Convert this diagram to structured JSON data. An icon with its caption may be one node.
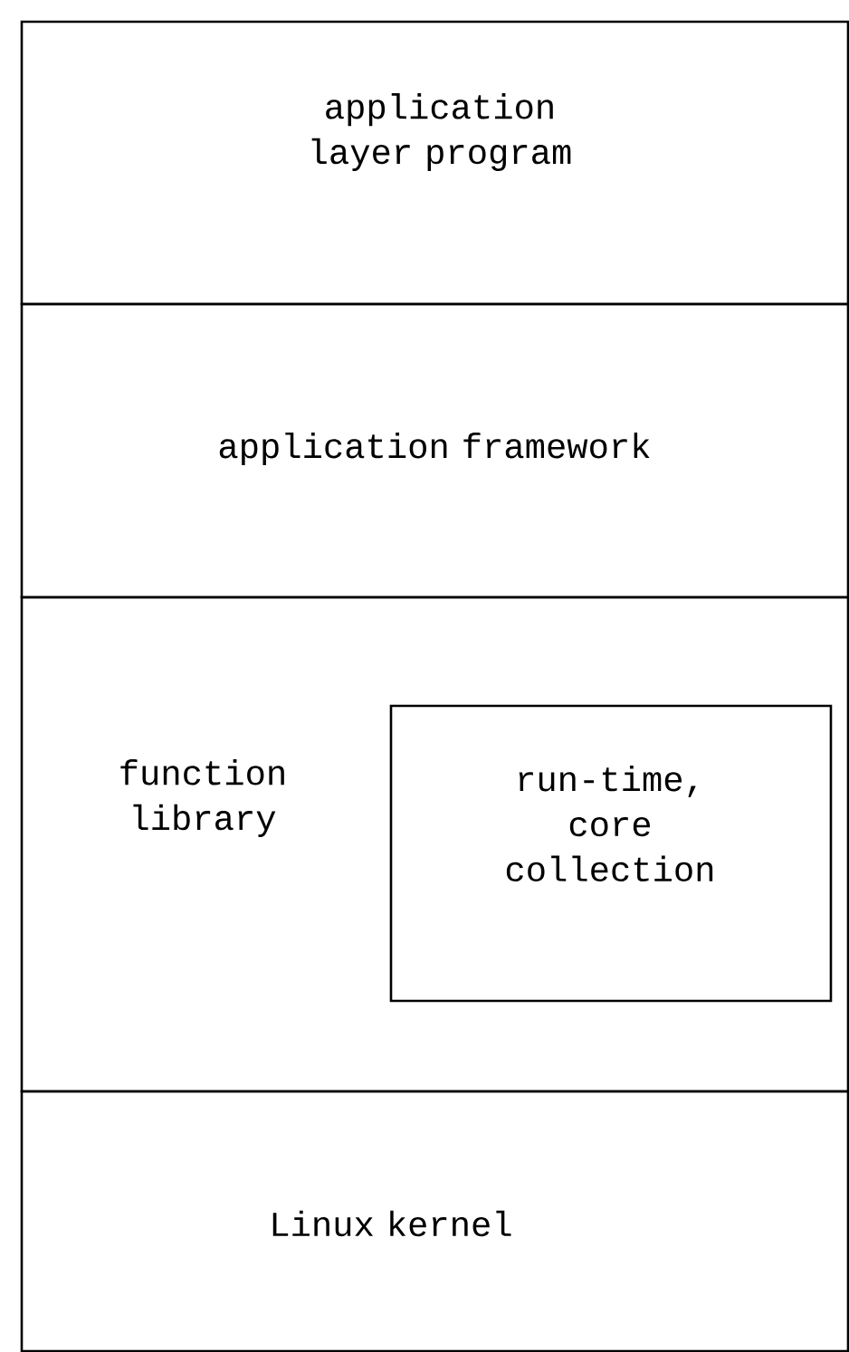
{
  "diagram": {
    "nodes": [
      {
        "text": [
          "application layer program"
        ]
      },
      {
        "text": [
          "application framework"
        ]
      },
      {
        "text": [
          "function library"
        ]
      },
      {
        "text": [
          "run-time, core collection"
        ],
        "in": 2
      },
      {
        "text": [
          "Linux kernel"
        ]
      }
    ]
  }
}
